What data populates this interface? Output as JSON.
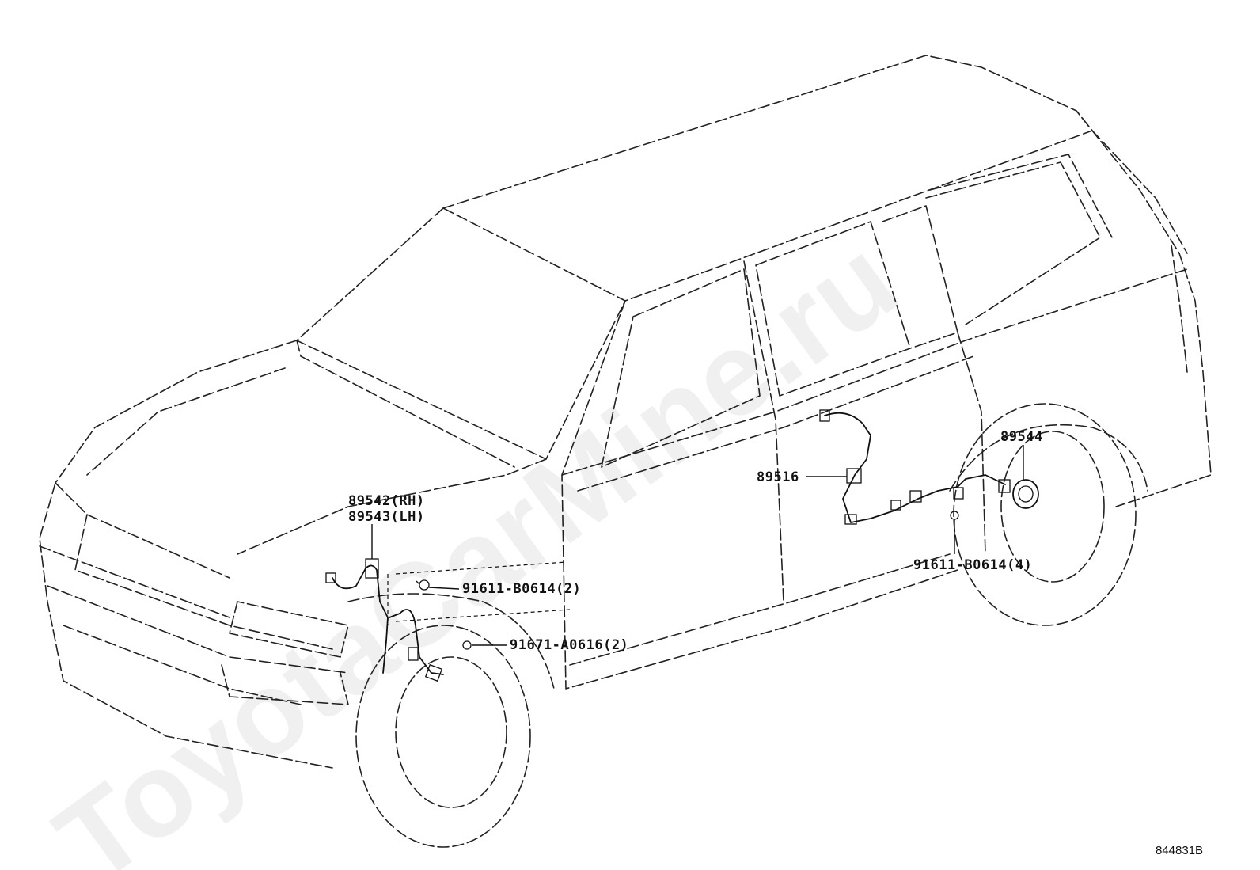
{
  "diagram": {
    "figure_code": "844831B",
    "watermark": "ToyotaCarMine.ru",
    "parts": {
      "front_sensor_rh": "89542(RH)",
      "front_sensor_lh": "89543(LH)",
      "bolt_front_upper": "91611-B0614(2)",
      "bolt_front_lower": "91671-A0616(2)",
      "rear_sensor": "89516",
      "rear_rotor": "89544",
      "bolt_rear": "91611-B0614(4)"
    }
  }
}
